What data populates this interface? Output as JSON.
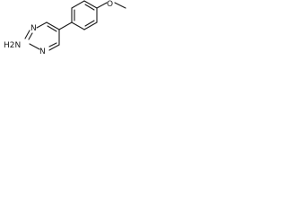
{
  "molecule": {
    "atoms": {
      "n_upper": "N",
      "n_lower": "N",
      "amine": "H2N",
      "oxygen": "O"
    },
    "colors": {
      "bond": "#1a1a1a",
      "label": "#1a1a1a",
      "background": "#ffffff"
    }
  }
}
